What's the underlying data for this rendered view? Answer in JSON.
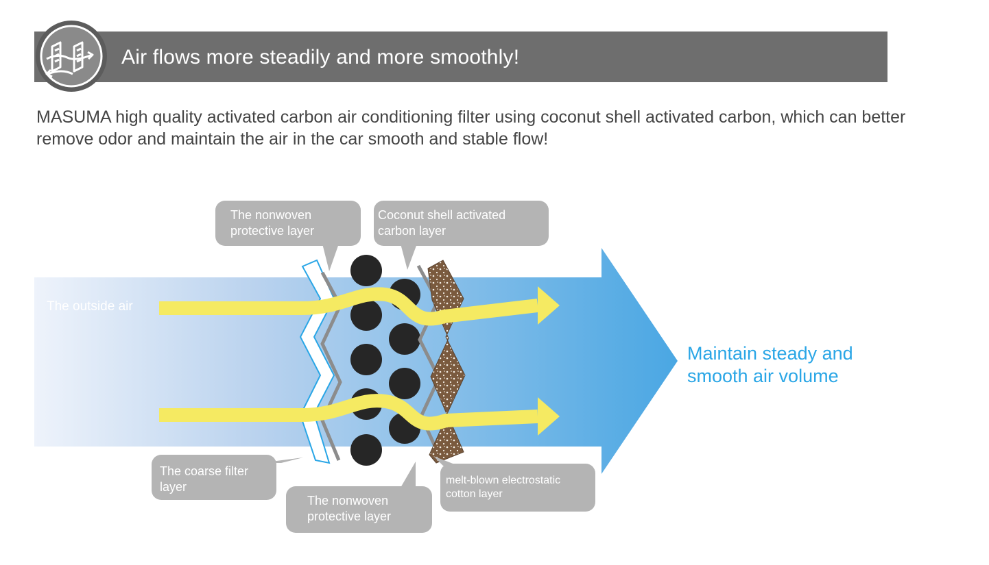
{
  "header": {
    "title": "Air flows more steadily and more smoothly!",
    "badge_icon": "airflow-filter-icon"
  },
  "intro": "MASUMA high quality activated carbon air conditioning filter using coconut shell activated carbon, which can better remove odor and maintain the air in the car smooth and stable flow!",
  "diagram": {
    "inlet_label": "The outside air",
    "outlet_label": "Maintain steady and\nsmooth air volume",
    "layers": {
      "nonwoven_top": "The nonwoven\nprotective layer",
      "carbon": "Coconut shell activated\ncarbon layer",
      "coarse": "The coarse filter\nlayer",
      "nonwoven_bottom": "The nonwoven\nprotective layer",
      "meltblown": "melt-blown electrostatic\ncotton layer"
    }
  },
  "colors": {
    "header_bg": "#6e6e6e",
    "callout_bg": "#b4b4b4",
    "arrow_start": "#eef3fb",
    "arrow_end": "#4aa7e3",
    "airflow": "#f5ea62",
    "carbon": "#262626",
    "meltblown": "#7a5a3e",
    "accent_text": "#2aa6e6"
  }
}
